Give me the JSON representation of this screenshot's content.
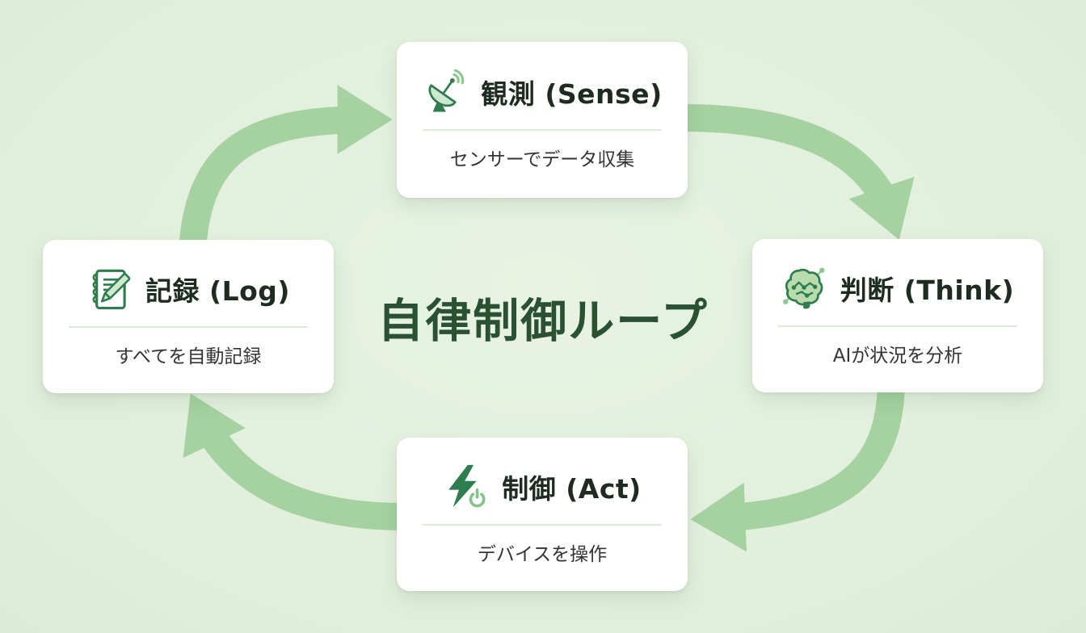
{
  "diagram": {
    "title": "自律制御ループ",
    "colors": {
      "background": "#e2efdc",
      "arrow": "#a5d2a0",
      "card_background": "#ffffff",
      "title_text": "#2a5132",
      "node_title_text": "#1e2b20",
      "icon_accent_dark": "#2e7d4f",
      "icon_accent_light": "#8cc98f",
      "divider": "#dcead7"
    },
    "nodes": [
      {
        "id": "sense",
        "position": "top",
        "icon": "satellite-dish-icon",
        "title": "観測 (Sense)",
        "subtitle": "センサーでデータ収集"
      },
      {
        "id": "think",
        "position": "right",
        "icon": "brain-circuit-icon",
        "title": "判断 (Think)",
        "subtitle": "AIが状況を分析"
      },
      {
        "id": "act",
        "position": "bottom",
        "icon": "lightning-bolt-icon",
        "title": "制御 (Act)",
        "subtitle": "デバイスを操作"
      },
      {
        "id": "log",
        "position": "left",
        "icon": "notebook-pencil-icon",
        "title": "記録 (Log)",
        "subtitle": "すべてを自動記録"
      }
    ],
    "flow": [
      {
        "from": "log",
        "to": "sense"
      },
      {
        "from": "sense",
        "to": "think"
      },
      {
        "from": "think",
        "to": "act"
      },
      {
        "from": "act",
        "to": "log"
      }
    ]
  }
}
